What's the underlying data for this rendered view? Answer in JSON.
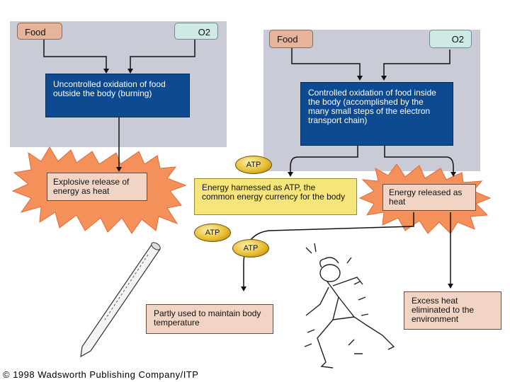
{
  "left": {
    "food": "Food",
    "o2": "O2",
    "oxidation": "Uncontrolled oxidation of food outside the body (burning)",
    "release": "Explosive release of energy as heat"
  },
  "right": {
    "food": "Food",
    "o2": "O2",
    "oxidation": "Controlled oxidation of food inside the body (accomplished by the many small steps of the electron transport chain)",
    "harnessed": "Energy harnessed as ATP, the common energy currency for the body",
    "released": "Energy released as heat",
    "temperature": "Partly used to maintain body temperature",
    "excess": "Excess heat eliminated to the environment"
  },
  "coins": [
    "ATP",
    "ATP",
    "ATP"
  ],
  "caption": "© 1998 Wadsworth Publishing Company/ITP",
  "colors": {
    "panel": "#c9ccd6",
    "blue": "#0d4a8f",
    "burst": "#f4905a"
  }
}
